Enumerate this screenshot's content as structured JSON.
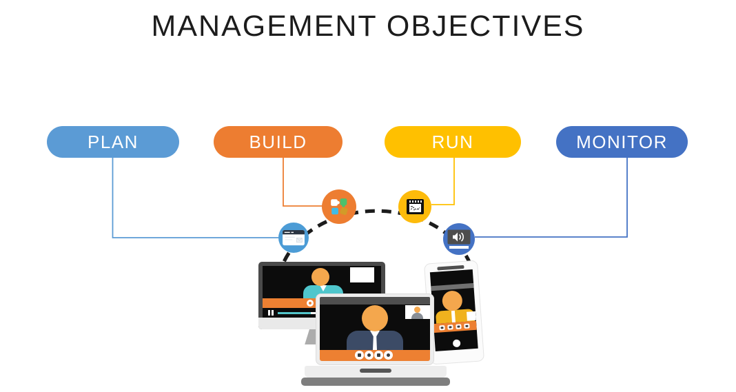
{
  "title": "MANAGEMENT OBJECTIVES",
  "stages": [
    {
      "label": "PLAN",
      "color": "#5B9BD5"
    },
    {
      "label": "BUILD",
      "color": "#ED7D31"
    },
    {
      "label": "RUN",
      "color": "#FFC000"
    },
    {
      "label": "MONITOR",
      "color": "#4472C4"
    }
  ],
  "arc": {
    "color": "#1c1c1c",
    "style": "dashed"
  },
  "nodes": [
    {
      "icon": "browser-window-icon",
      "color": "#4C9CD6"
    },
    {
      "icon": "puzzle-pieces-icon",
      "color": "#ED7D31"
    },
    {
      "icon": "planner-chart-icon",
      "color": "#FDBB0B"
    },
    {
      "icon": "speaker-volume-icon",
      "color": "#4472C4"
    }
  ],
  "illustration": {
    "devices": [
      {
        "name": "desktop-monitor",
        "content": "video-call-person"
      },
      {
        "name": "laptop",
        "content": "video-call-person-with-pip"
      },
      {
        "name": "smartphone",
        "content": "video-call-person"
      }
    ],
    "colors": {
      "accent_orange": "#ED8032",
      "teal_shirt": "#4FC6CC",
      "navy_suit": "#3C4B66",
      "yellow_shirt": "#F0B21E",
      "skin": "#F4A74D"
    }
  }
}
